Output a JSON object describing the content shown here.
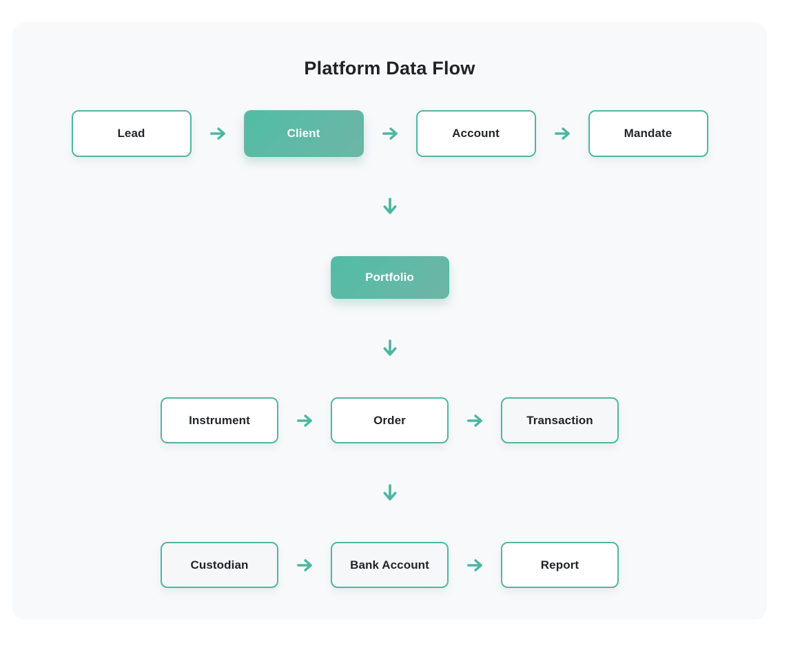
{
  "title": "Platform Data Flow",
  "colors": {
    "accent": "#4db6a2",
    "accent_gradient_start": "#50bda5",
    "accent_gradient_end": "#6fb5a6",
    "page_background": "#ffffff",
    "card_background": "#f8f9fb",
    "node_background": "#ffffff",
    "node_muted_background": "#f5f7f9",
    "node_border": "#4db6a2",
    "node_text": "#1e2429",
    "highlight_text": "#ffffff",
    "title_text": "#1e2328"
  },
  "icons": {
    "arrow_right": "→",
    "arrow_down": "↓"
  },
  "flow": {
    "rows": [
      {
        "items": [
          {
            "label": "Lead",
            "variant": "default"
          },
          {
            "label": "Client",
            "variant": "highlight"
          },
          {
            "label": "Account",
            "variant": "default"
          },
          {
            "label": "Mandate",
            "variant": "default"
          }
        ]
      },
      {
        "items": [
          {
            "label": "Portfolio",
            "variant": "highlight"
          }
        ]
      },
      {
        "items": [
          {
            "label": "Instrument",
            "variant": "default"
          },
          {
            "label": "Order",
            "variant": "default"
          },
          {
            "label": "Transaction",
            "variant": "muted"
          }
        ]
      },
      {
        "items": [
          {
            "label": "Custodian",
            "variant": "muted"
          },
          {
            "label": "Bank Account",
            "variant": "muted"
          },
          {
            "label": "Report",
            "variant": "default"
          }
        ]
      }
    ]
  }
}
